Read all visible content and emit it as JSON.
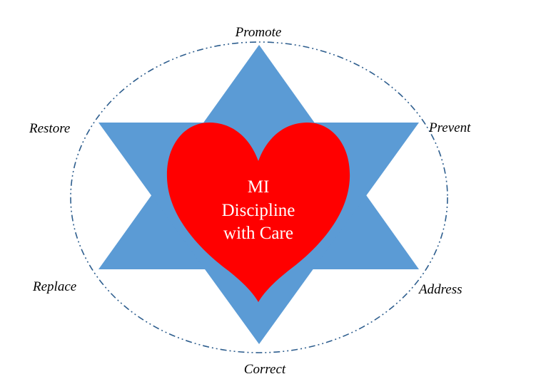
{
  "diagram": {
    "center_lines": [
      "MI",
      "Discipline",
      "with Care"
    ],
    "labels": {
      "top": "Promote",
      "upper_right": "Prevent",
      "lower_right": "Address",
      "bottom": "Correct",
      "lower_left": "Replace",
      "upper_left": "Restore"
    },
    "colors": {
      "star": "#5B9BD5",
      "heart": "#FF0000",
      "ellipse": "#2E5E8E",
      "center_text": "#FFFFFF"
    }
  }
}
